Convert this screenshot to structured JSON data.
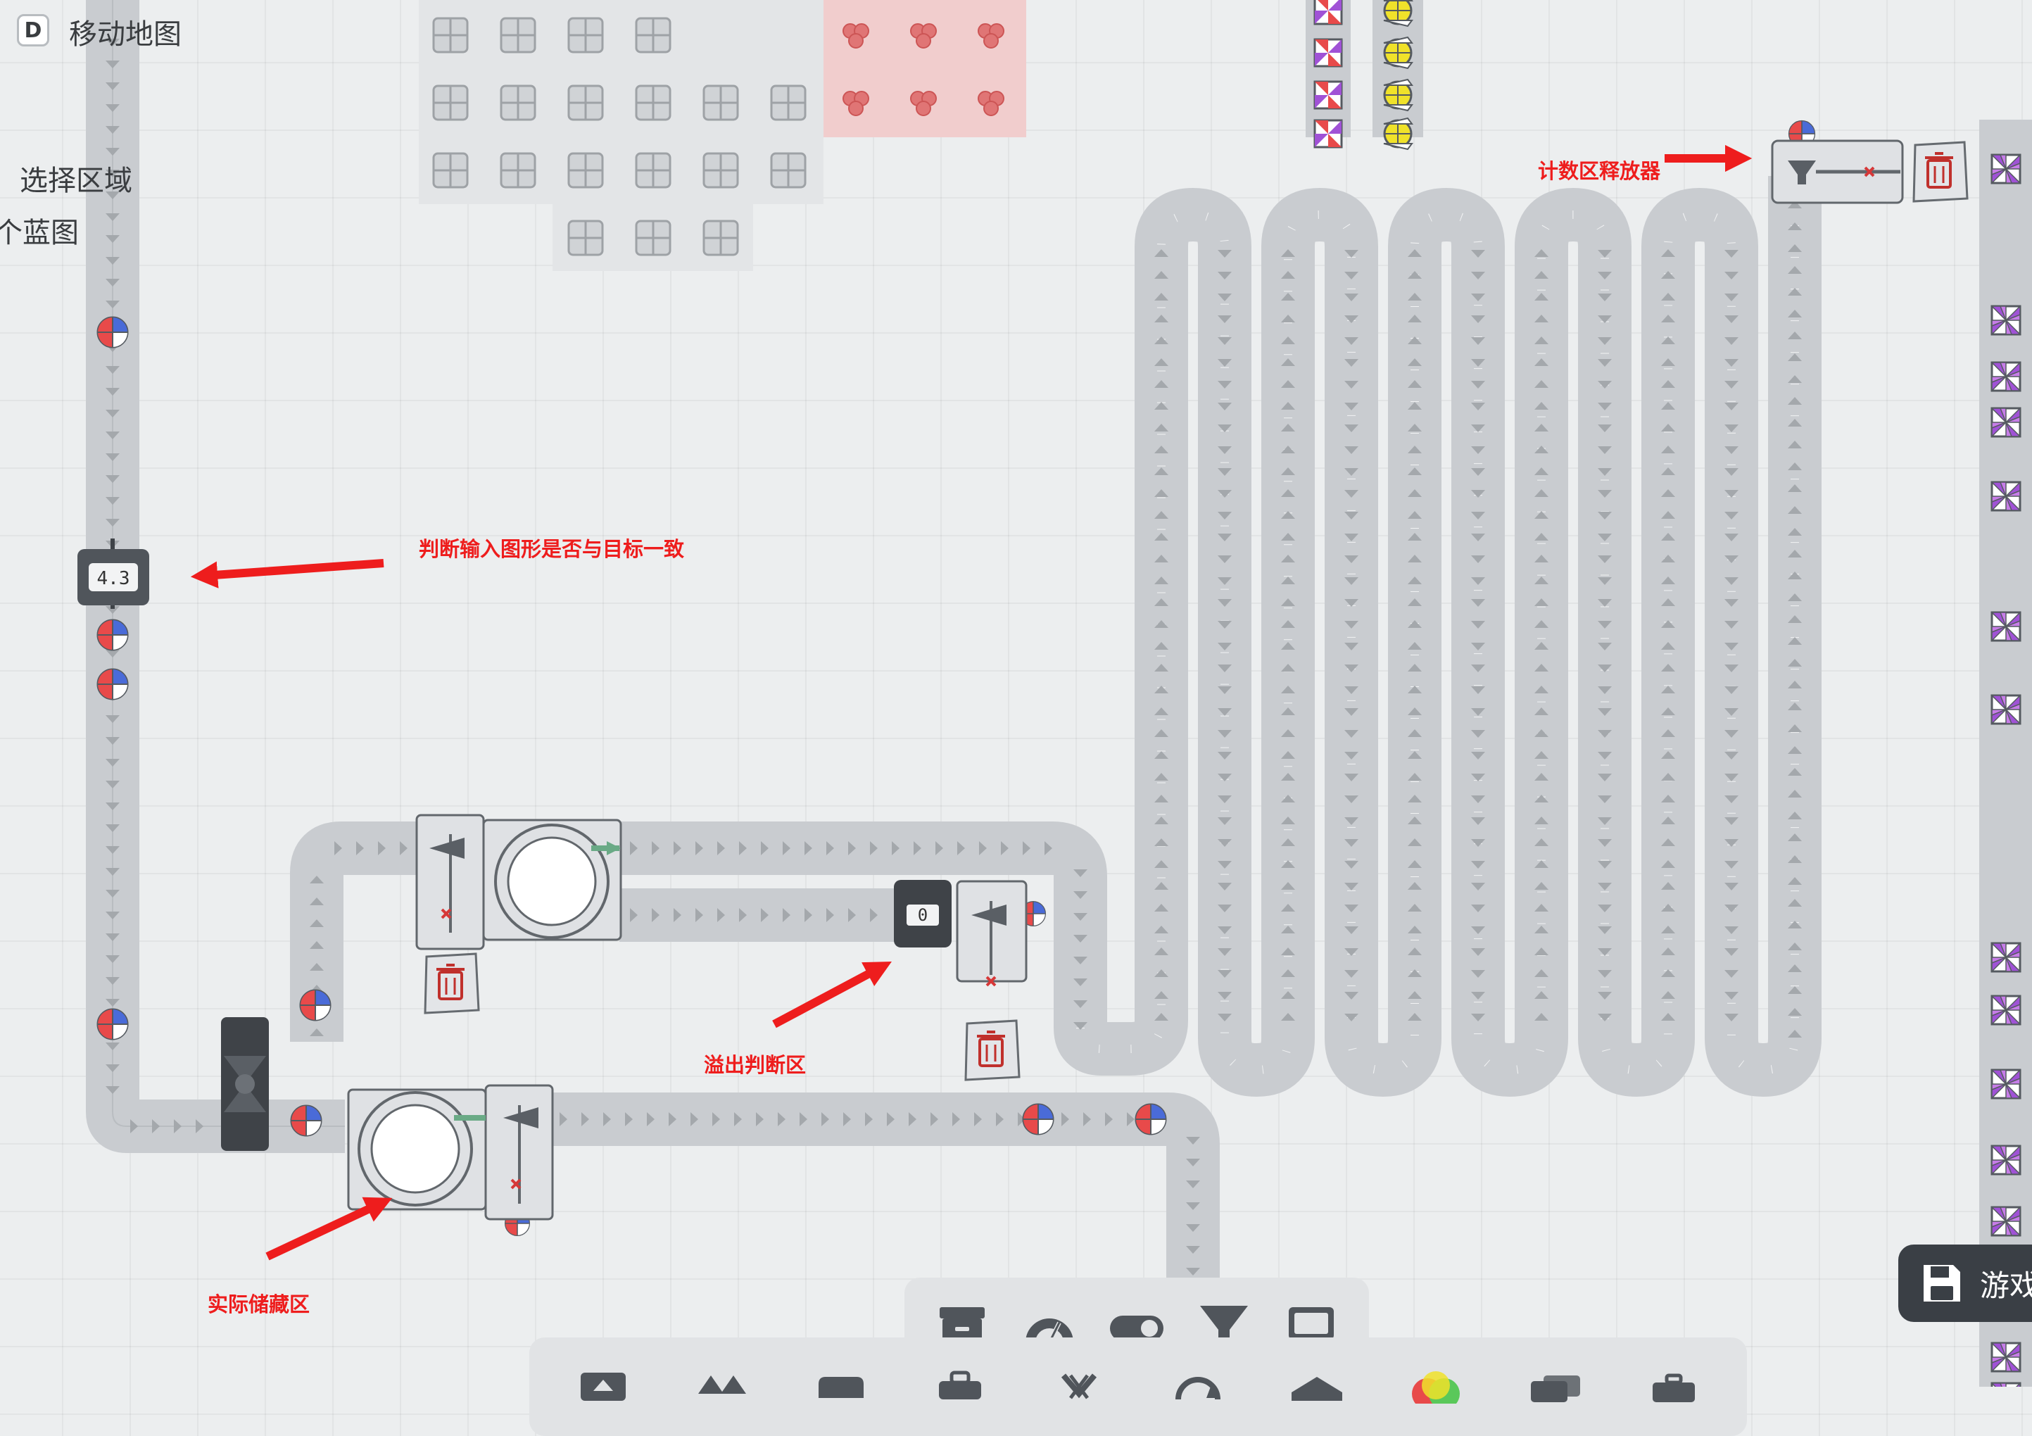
{
  "hints": {
    "move_map_key": "D",
    "move_map": "移动地图",
    "select_area": "选择区域",
    "blueprint": "个蓝图"
  },
  "readouts": {
    "throughput": "4.3",
    "counter": "0"
  },
  "annotations": {
    "judge_input": "判断输入图形是否与目标一致",
    "counter_release": "计数区释放器",
    "overflow_judge": "溢出判断区",
    "actual_storage": "实际储藏区"
  },
  "save_button": {
    "label": "游戏"
  },
  "toolbar_top": [
    "storage-icon",
    "gauge-icon",
    "toggle-icon",
    "filter-icon",
    "display-icon"
  ],
  "toolbar_bottom": [
    "belt-icon",
    "balancer-icon",
    "tunnel-icon",
    "extractor-icon",
    "cutter-icon",
    "rotator-icon",
    "stacker-icon",
    "painter-icon",
    "mixer-icon",
    "trash-icon"
  ],
  "colors": {
    "background": "#eceeef",
    "belt": "#c9ccd0",
    "building": "#dfe1e4",
    "annotation": "#ee1d1d",
    "shape_red": "#e84a4a",
    "shape_blue": "#4a6bd8",
    "shape_purple": "#a052d6",
    "shape_yellow": "#f0e22a"
  }
}
